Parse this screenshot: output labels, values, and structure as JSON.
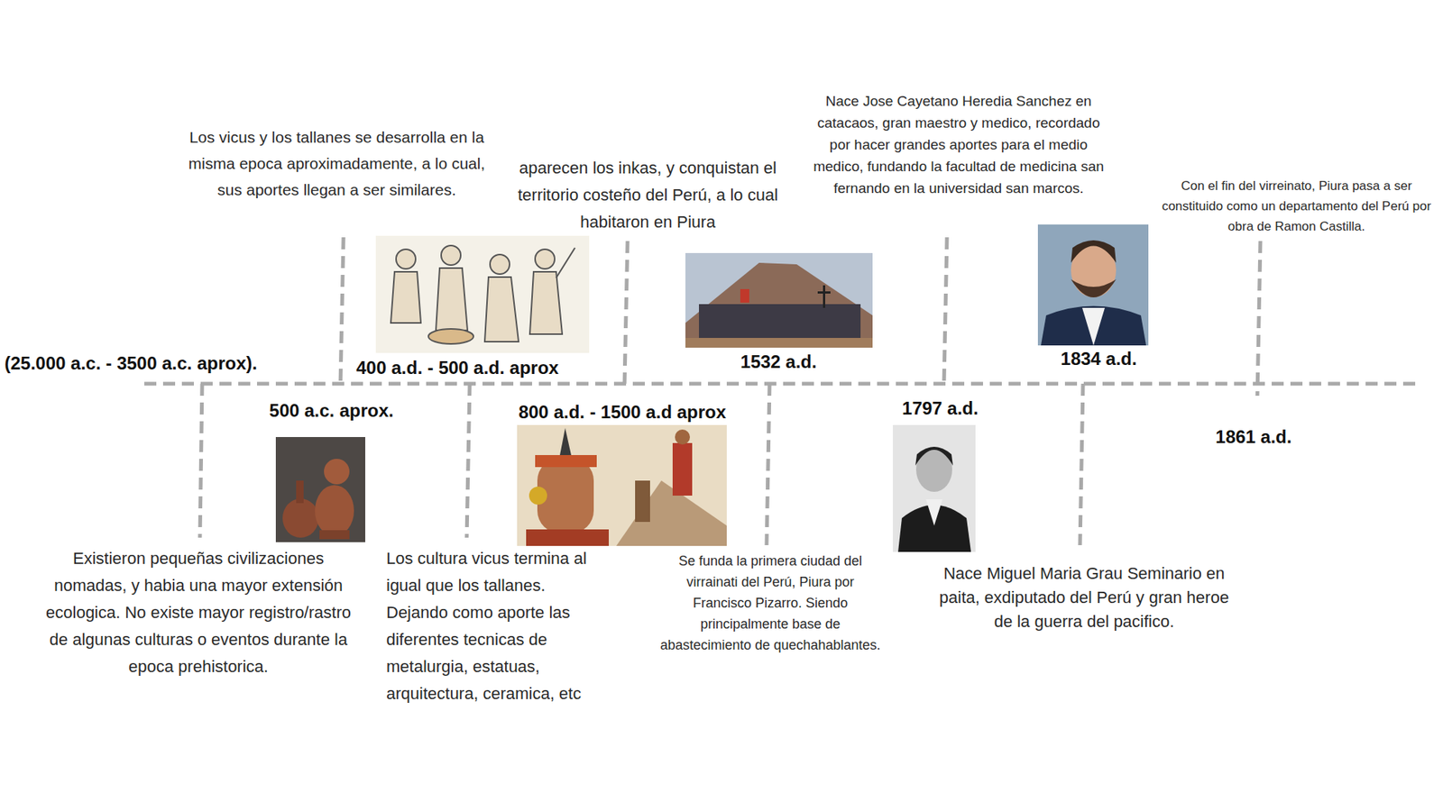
{
  "diagram": {
    "labels": [
      "(25.000 a.c. - 3500 a.c. aprox).",
      "Existieron pequeñas civilizaciones nomadas, y habia una mayor extensión ecologica. No existe mayor registro/rastro de algunas culturas o eventos durante la epoca prehistorica.",
      "Los vicus y los tallanes se desarrolla en la misma epoca aproximadamente, a lo cual, sus aportes llegan a ser similares.",
      "500 a.c. aprox.",
      "400 a.d. - 500 a.d. aprox",
      "Los cultura vicus termina al igual que los tallanes. Dejando como aporte las diferentes tecnicas de metalurgia, estatuas, arquitectura, ceramica, etc",
      "aparecen los inkas, y conquistan el territorio costeño del Perú, a lo cual habitaron en Piura",
      "800 a.d. - 1500 a.d aprox",
      "1532 a.d.",
      "Se funda la primera ciudad del virrainati del Perú, Piura por Francisco Pizarro. Siendo principalmente base de abastecimiento de quechahablantes.",
      "Nace Jose Cayetano Heredia Sanchez en catacaos, gran maestro y medico, recordado por hacer grandes aportes para el medio medico, fundando la facultad de medicina san fernando en la universidad san marcos.",
      "1797 a.d.",
      "1834 a.d.",
      "Nace Miguel Maria Grau Seminario en paita, exdiputado del Perú y gran heroe de la guerra del pacifico.",
      "Con el fin del virreinato, Piura pasa a ser constituido como un departamento del Perú por obra de Ramon Castilla.",
      "1861 a.d."
    ]
  }
}
